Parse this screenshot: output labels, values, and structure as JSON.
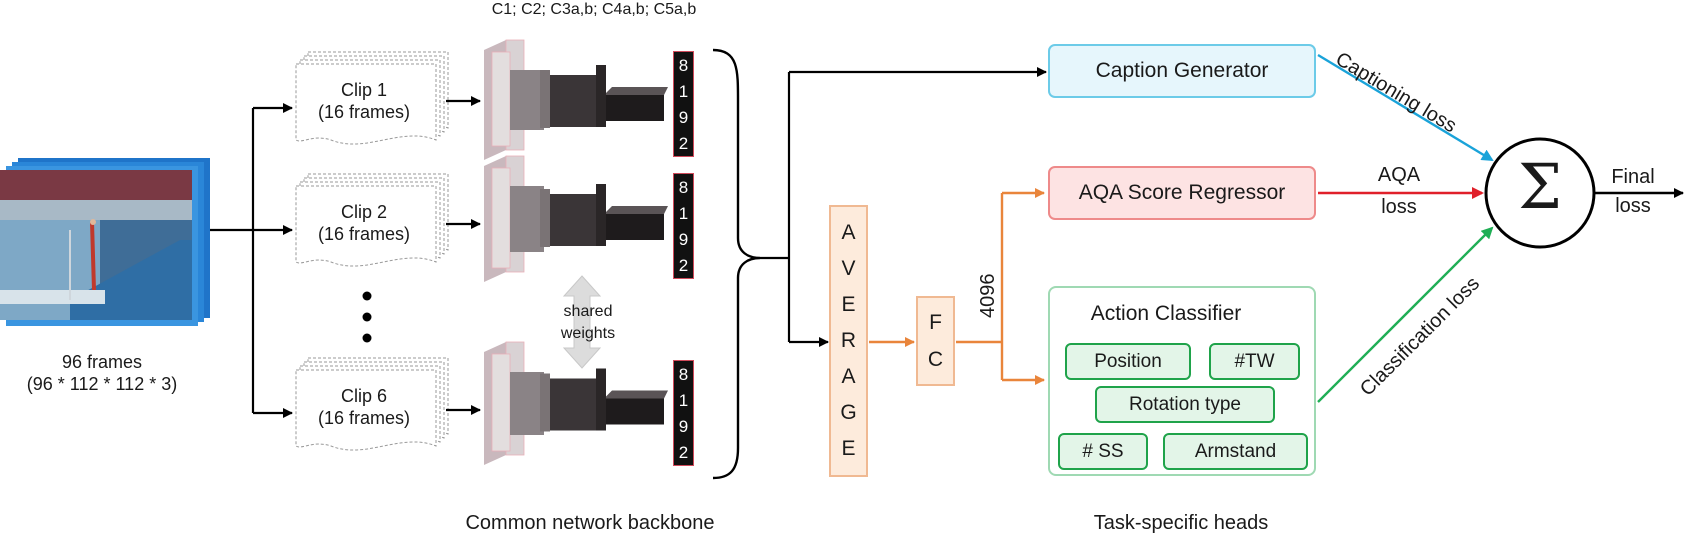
{
  "input": {
    "frames_label": "96 frames",
    "dims_label": "(96 * 112 * 112 * 3)"
  },
  "clips": [
    {
      "name": "Clip 1",
      "frames": "(16 frames)"
    },
    {
      "name": "Clip 2",
      "frames": "(16 frames)"
    },
    {
      "name": "Clip 6",
      "frames": "(16 frames)"
    }
  ],
  "backbone": {
    "layers_label": "C1; C2; C3a,b; C4a,b; C5a,b",
    "feature_digits": [
      "8",
      "1",
      "9",
      "2"
    ],
    "shared_label_1": "shared",
    "shared_label_2": "weights",
    "section_label": "Common network backbone"
  },
  "average_letters": [
    "A",
    "V",
    "E",
    "R",
    "A",
    "G",
    "E"
  ],
  "fc_letters": [
    "F",
    "C"
  ],
  "fc_dim": "4096",
  "heads": {
    "caption": "Caption Generator",
    "aqa": "AQA Score Regressor",
    "action_title": "Action Classifier",
    "action_items": [
      "Position",
      "#TW",
      "Rotation type",
      "# SS",
      "Armstand"
    ],
    "section_label": "Task-specific heads"
  },
  "losses": {
    "captioning": "Captioning loss",
    "aqa_1": "AQA",
    "aqa_2": "loss",
    "classification": "Classification loss",
    "sum_symbol": "Σ",
    "final_1": "Final",
    "final_2": "loss"
  },
  "colors": {
    "caption_fill": "#e6f6fc",
    "caption_border": "#6ccbe8",
    "aqa_fill": "#fde3e3",
    "aqa_border": "#ee8a8a",
    "action_border": "#9fd9b3",
    "item_fill": "#e3f5e8",
    "item_border": "#1fa34a",
    "orange": "#e9853b",
    "orange_fill": "#fdebdc",
    "orange_border": "#f0b992",
    "blue_arrow": "#1aa3d9",
    "red_arrow": "#e0202a",
    "green_arrow": "#1fae55"
  }
}
